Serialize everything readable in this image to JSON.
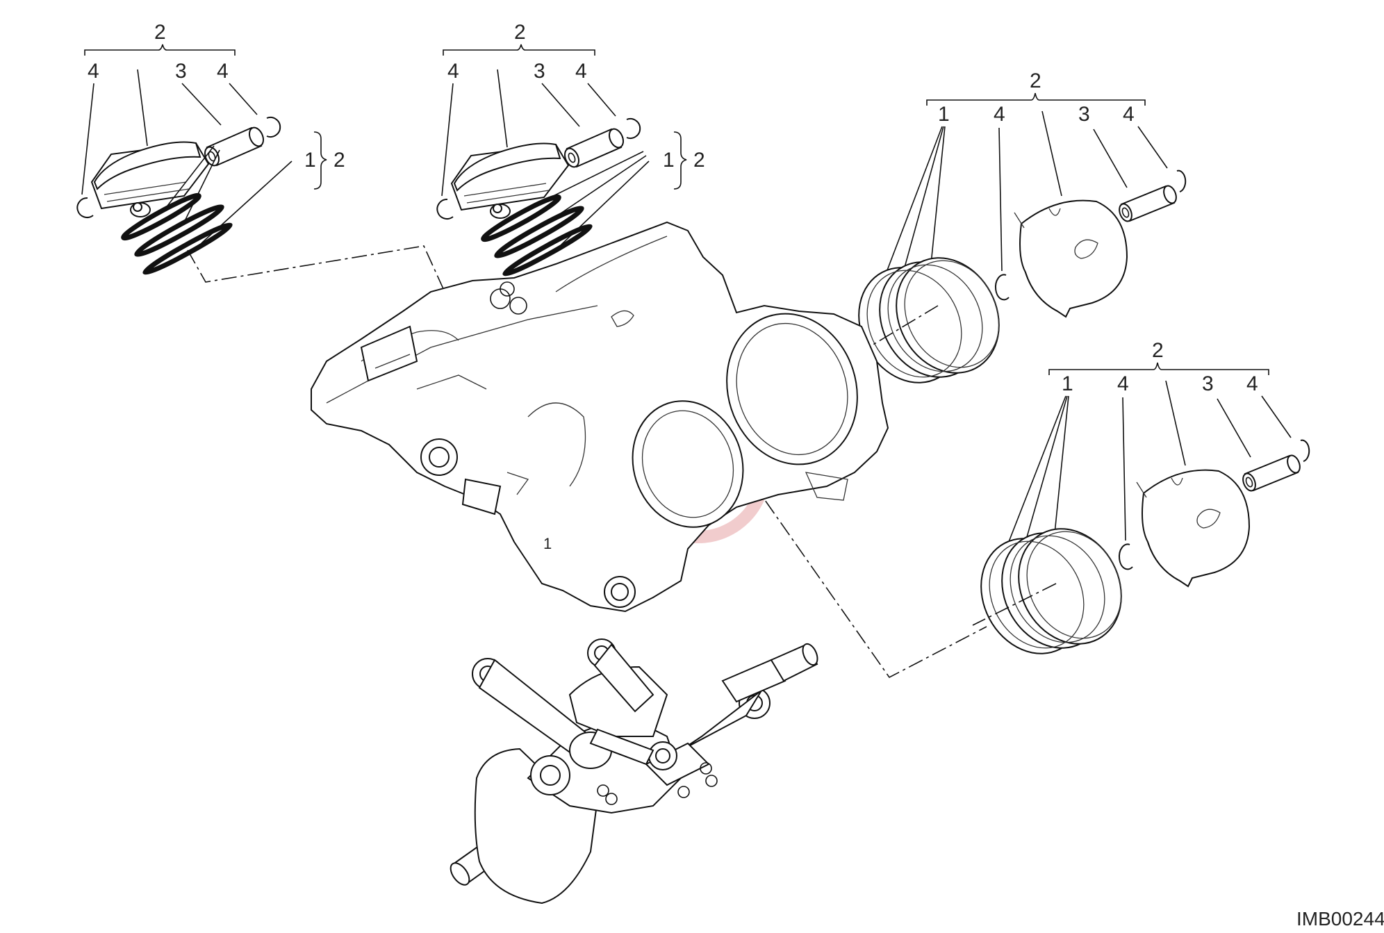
{
  "diagram": {
    "code": "IMB00244",
    "watermark_color": "#e7a3a6",
    "line_color": "#111111",
    "callouts": {
      "g1_set": "2",
      "g1_circlip_left": "4",
      "g1_piston": "",
      "g1_pin": "3",
      "g1_circlip_right": "4",
      "g1_rings": "1",
      "g1_rings_set": "2",
      "g2_set": "2",
      "g2_circlip_left": "4",
      "g2_pin": "3",
      "g2_circlip_right": "4",
      "g2_rings": "1",
      "g2_rings_set": "2",
      "g3_set": "2",
      "g3_rings": "1",
      "g3_circlip_a": "4",
      "g3_pin": "3",
      "g3_circlip_b": "4",
      "g4_set": "2",
      "g4_rings": "1",
      "g4_circlip_a": "4",
      "g4_pin": "3",
      "g4_circlip_b": "4",
      "crankcase_mark": "1"
    }
  }
}
